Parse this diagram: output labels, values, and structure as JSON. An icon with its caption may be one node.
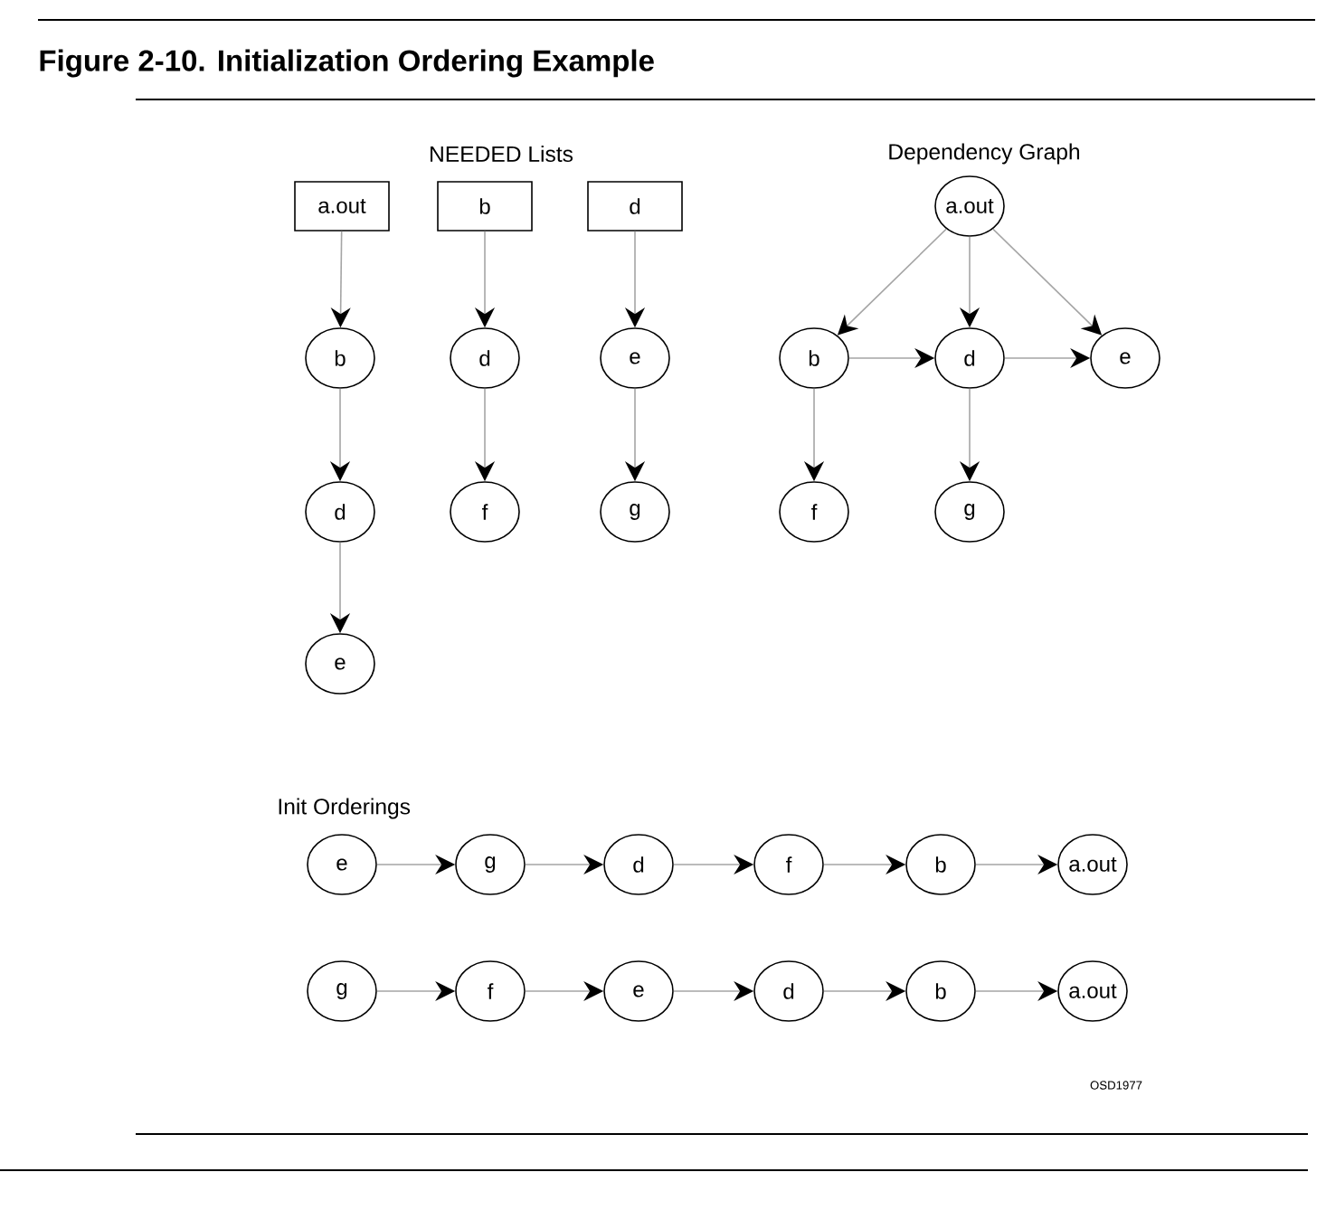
{
  "diagram": {
    "title": "Figure 2-10.  Initialization Ordering Example",
    "nodes": [
      {
        "text": [
          "a.out"
        ]
      },
      {
        "text": [
          "b"
        ]
      },
      {
        "text": [
          "d"
        ]
      },
      {
        "text": [
          "e"
        ]
      },
      {
        "text": [
          "b"
        ]
      },
      {
        "text": [
          "d"
        ]
      },
      {
        "text": [
          "f"
        ]
      },
      {
        "text": [
          "d"
        ]
      },
      {
        "text": [
          "e"
        ]
      },
      {
        "text": [
          "g"
        ]
      },
      {
        "text": [
          "a.out"
        ]
      },
      {
        "text": [
          "b"
        ]
      },
      {
        "text": [
          "d"
        ]
      },
      {
        "text": [
          "e"
        ]
      },
      {
        "text": [
          "f"
        ]
      },
      {
        "text": [
          "g"
        ]
      },
      {
        "text": [
          "e"
        ]
      },
      {
        "text": [
          "g"
        ]
      },
      {
        "text": [
          "d"
        ]
      },
      {
        "text": [
          "f"
        ]
      },
      {
        "text": [
          "b"
        ]
      },
      {
        "text": [
          "a.out"
        ]
      },
      {
        "text": [
          "g"
        ]
      },
      {
        "text": [
          "f"
        ]
      },
      {
        "text": [
          "e"
        ]
      },
      {
        "text": [
          "d"
        ]
      },
      {
        "text": [
          "b"
        ]
      },
      {
        "text": [
          "a.out"
        ]
      }
    ],
    "edges": [
      {
        "from": 0,
        "to": 1,
        "arrow": "to"
      },
      {
        "from": 1,
        "to": 2,
        "arrow": "to"
      },
      {
        "from": 2,
        "to": 3,
        "arrow": "to"
      },
      {
        "from": 4,
        "to": 5,
        "arrow": "to"
      },
      {
        "from": 5,
        "to": 6,
        "arrow": "to"
      },
      {
        "from": 7,
        "to": 8,
        "arrow": "to"
      },
      {
        "from": 8,
        "to": 9,
        "arrow": "to"
      },
      {
        "from": 10,
        "to": 11,
        "arrow": "to"
      },
      {
        "from": 10,
        "to": 12,
        "arrow": "to"
      },
      {
        "from": 10,
        "to": 13,
        "arrow": "to"
      },
      {
        "from": 11,
        "to": 12,
        "arrow": "to"
      },
      {
        "from": 12,
        "to": 13,
        "arrow": "to"
      },
      {
        "from": 11,
        "to": 14,
        "arrow": "to"
      },
      {
        "from": 12,
        "to": 15,
        "arrow": "to"
      },
      {
        "from": 16,
        "to": 17,
        "arrow": "to"
      },
      {
        "from": 17,
        "to": 18,
        "arrow": "to"
      },
      {
        "from": 18,
        "to": 19,
        "arrow": "to"
      },
      {
        "from": 19,
        "to": 20,
        "arrow": "to"
      },
      {
        "from": 20,
        "to": 21,
        "arrow": "to"
      },
      {
        "from": 22,
        "to": 23,
        "arrow": "to"
      },
      {
        "from": 23,
        "to": 24,
        "arrow": "to"
      },
      {
        "from": 24,
        "to": 25,
        "arrow": "to"
      },
      {
        "from": 25,
        "to": 26,
        "arrow": "to"
      },
      {
        "from": 26,
        "to": 27,
        "arrow": "to"
      }
    ],
    "labels": [
      "NEEDED Lists",
      "Dependency Graph",
      "Init Orderings",
      "OSD1977"
    ]
  }
}
